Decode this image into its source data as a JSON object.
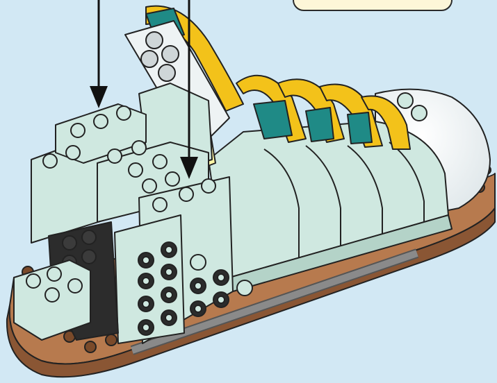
{
  "scene": {
    "subject": "sneaker-model",
    "colors": {
      "background": "#d2e8f4",
      "shoe_body": "#cfe8e0",
      "shoe_body_shade": "#b4d3c8",
      "sole": "#b77a4e",
      "sole_dark": "#7a4a2a",
      "laces": "#f3c21a",
      "laces_shade": "#d79b12",
      "teal": "#1f8a86",
      "toe_cap": "#f2f6f7",
      "dark_brick": "#2c2c2c",
      "callout": "#fdf6d8",
      "outline": "#222222"
    },
    "arrows": [
      {
        "name": "arrow-left",
        "direction": "down"
      },
      {
        "name": "arrow-right",
        "direction": "down"
      }
    ]
  }
}
